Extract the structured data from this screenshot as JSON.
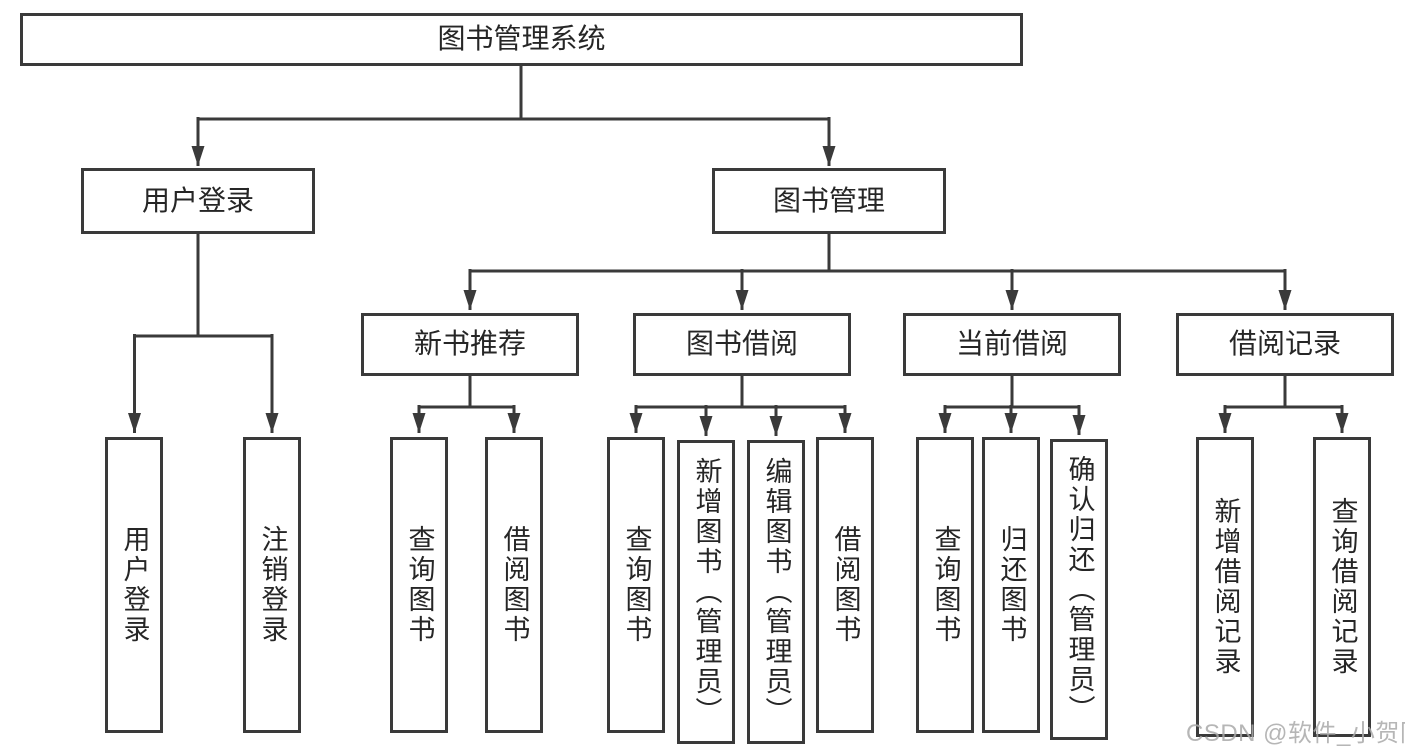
{
  "title": {
    "label": "图书管理系统"
  },
  "branches": [
    {
      "label": "用户登录",
      "leaves": [
        "用户登录",
        "注销登录"
      ]
    },
    {
      "label": "图书管理",
      "children": [
        {
          "label": "新书推荐",
          "leaves": [
            "查询图书",
            "借阅图书"
          ]
        },
        {
          "label": "图书借阅",
          "leaves": [
            "查询图书",
            "新增图书（管理员）",
            "编辑图书（管理员）",
            "借阅图书"
          ]
        },
        {
          "label": "当前借阅",
          "leaves": [
            "查询图书",
            "归还图书",
            "确认归还（管理员）"
          ]
        },
        {
          "label": "借阅记录",
          "leaves": [
            "新增借阅记录",
            "查询借阅记录"
          ]
        }
      ]
    }
  ],
  "watermark": {
    "text": "CSDN @软件_小贺同学"
  },
  "colors": {
    "line": "#3a3a3a",
    "node_border": "#3a3a3a",
    "text": "#262626",
    "watermark": "#aaaaaa",
    "background": "#ffffff"
  }
}
